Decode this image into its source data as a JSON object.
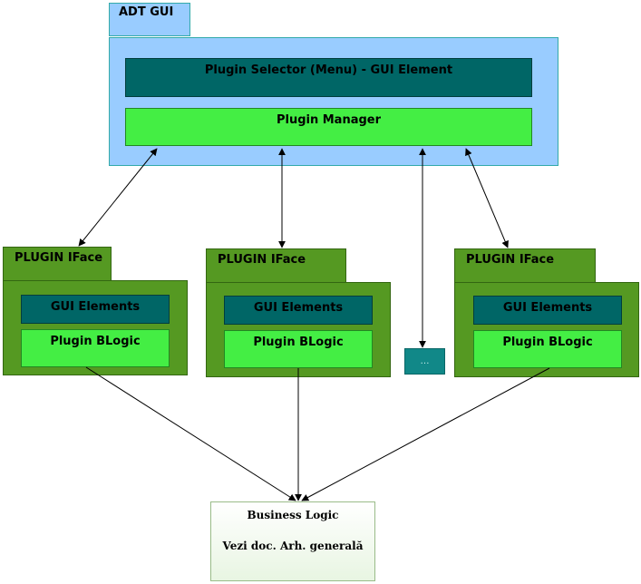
{
  "adt": {
    "tab_label": "ADT GUI",
    "selector_label": "Plugin Selector (Menu) - GUI Element",
    "manager_label": "Plugin Manager"
  },
  "plugins": [
    {
      "tab_label": "PLUGIN IFace",
      "gui_label": "GUI Elements",
      "blogic_label": "Plugin BLogic"
    },
    {
      "tab_label": "PLUGIN IFace",
      "gui_label": "GUI Elements",
      "blogic_label": "Plugin BLogic"
    },
    {
      "tab_label": "PLUGIN IFace",
      "gui_label": "GUI Elements",
      "blogic_label": "Plugin BLogic"
    }
  ],
  "ellipsis_label": "…",
  "business": {
    "title": "Business Logic",
    "subtitle": "Vezi doc. Arh. generală"
  },
  "colors": {
    "adt_fill": "#99ccff",
    "selector_fill": "#006666",
    "manager_fill": "#44ee44",
    "plugin_fill": "#559922"
  }
}
